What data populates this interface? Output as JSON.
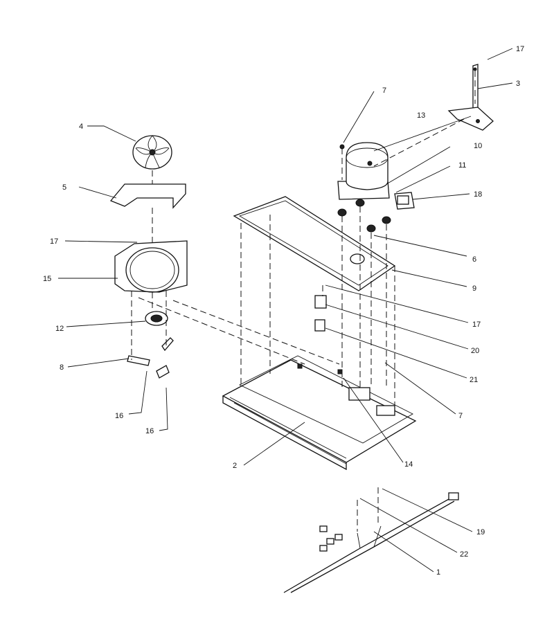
{
  "diagram": {
    "callouts": [
      {
        "id": "c-17a",
        "number": "17"
      },
      {
        "id": "c-3",
        "number": "3"
      },
      {
        "id": "c-7a",
        "number": "7"
      },
      {
        "id": "c-13",
        "number": "13"
      },
      {
        "id": "c-10",
        "number": "10"
      },
      {
        "id": "c-11",
        "number": "11"
      },
      {
        "id": "c-18",
        "number": "18"
      },
      {
        "id": "c-4",
        "number": "4"
      },
      {
        "id": "c-5",
        "number": "5"
      },
      {
        "id": "c-17b",
        "number": "17"
      },
      {
        "id": "c-15",
        "number": "15"
      },
      {
        "id": "c-6",
        "number": "6"
      },
      {
        "id": "c-9",
        "number": "9"
      },
      {
        "id": "c-17c",
        "number": "17"
      },
      {
        "id": "c-12",
        "number": "12"
      },
      {
        "id": "c-20",
        "number": "20"
      },
      {
        "id": "c-8",
        "number": "8"
      },
      {
        "id": "c-21",
        "number": "21"
      },
      {
        "id": "c-16a",
        "number": "16"
      },
      {
        "id": "c-7b",
        "number": "7"
      },
      {
        "id": "c-16b",
        "number": "16"
      },
      {
        "id": "c-2",
        "number": "2"
      },
      {
        "id": "c-14",
        "number": "14"
      },
      {
        "id": "c-19",
        "number": "19"
      },
      {
        "id": "c-22",
        "number": "22"
      },
      {
        "id": "c-1",
        "number": "1"
      }
    ]
  }
}
